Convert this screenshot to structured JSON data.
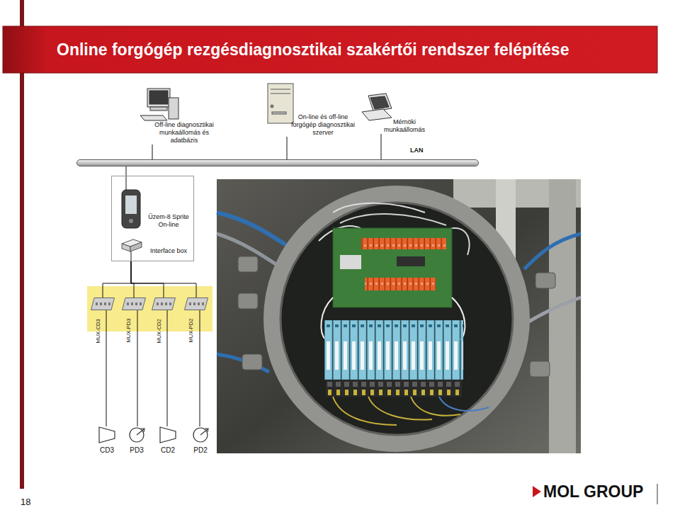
{
  "diagram": {
    "title": "Online forgógép rezgésdiagnosztikai szakértői rendszer felépítése",
    "nodes": [
      {
        "text": [
          "Off-line diagnosztikai munkaállomás és adatbázis"
        ]
      },
      {
        "text": [
          "On-line és off-line forgógép diagnosztikai szerver"
        ]
      },
      {
        "text": [
          "Mérnöki munkaállomás"
        ]
      },
      {
        "text": [
          "LAN"
        ]
      },
      {
        "text": [
          "Üzem-8 Sprite On-line",
          "Interface box"
        ]
      },
      {
        "text": [
          "MUX-CD3"
        ]
      },
      {
        "text": [
          "MUX-PD3"
        ]
      },
      {
        "text": [
          "MUX-CD2"
        ]
      },
      {
        "text": [
          "MUX-PD2"
        ]
      },
      {
        "text": [
          "CD3"
        ]
      },
      {
        "text": [
          "PD3"
        ]
      },
      {
        "text": [
          "CD2"
        ]
      },
      {
        "text": [
          "PD2"
        ]
      }
    ],
    "edges": [
      {
        "from": 0,
        "to": 3,
        "arrow": "none"
      },
      {
        "from": 1,
        "to": 3,
        "arrow": "none"
      },
      {
        "from": 2,
        "to": 3,
        "arrow": "none"
      },
      {
        "from": 3,
        "to": 4,
        "arrow": "none"
      },
      {
        "from": 4,
        "to": 5,
        "arrow": "none"
      },
      {
        "from": 4,
        "to": 6,
        "arrow": "none"
      },
      {
        "from": 4,
        "to": 7,
        "arrow": "none"
      },
      {
        "from": 4,
        "to": 8,
        "arrow": "none"
      },
      {
        "from": 5,
        "to": 9,
        "arrow": "none"
      },
      {
        "from": 6,
        "to": 10,
        "arrow": "none"
      },
      {
        "from": 7,
        "to": 11,
        "arrow": "none"
      },
      {
        "from": 8,
        "to": 12,
        "arrow": "none"
      }
    ],
    "labels": [
      "18",
      "MOL GROUP"
    ]
  }
}
